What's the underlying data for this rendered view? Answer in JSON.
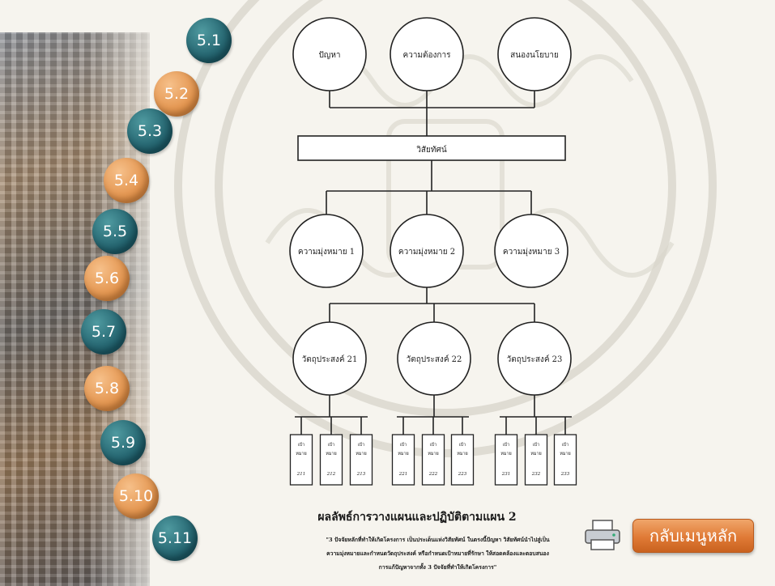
{
  "colors": {
    "teal": "#1c5a66",
    "orange": "#e08d44",
    "button": "#e07a36",
    "line": "#222222"
  },
  "nav": [
    {
      "label": "5.1",
      "color": "teal"
    },
    {
      "label": "5.2",
      "color": "orange"
    },
    {
      "label": "5.3",
      "color": "teal"
    },
    {
      "label": "5.4",
      "color": "orange"
    },
    {
      "label": "5.5",
      "color": "teal"
    },
    {
      "label": "5.6",
      "color": "orange"
    },
    {
      "label": "5.7",
      "color": "teal"
    },
    {
      "label": "5.8",
      "color": "orange"
    },
    {
      "label": "5.9",
      "color": "teal"
    },
    {
      "label": "5.10",
      "color": "orange"
    },
    {
      "label": "5.11",
      "color": "teal"
    }
  ],
  "diagram": {
    "top": [
      "ปัญหา",
      "ความต้องการ",
      "สนองนโยบาย"
    ],
    "center": "วิสัยทัศน์",
    "goals": [
      "ความมุ่งหมาย 1",
      "ความมุ่งหมาย 2",
      "ความมุ่งหมาย 3"
    ],
    "objectives": [
      "วัตถุประสงค์ 21",
      "วัตถุประสงค์ 22",
      "วัตถุประสงค์ 23"
    ],
    "target_label": [
      "เป้า",
      "หมาย"
    ],
    "targets": [
      "211",
      "212",
      "213",
      "221",
      "222",
      "223",
      "231",
      "232",
      "233"
    ]
  },
  "result": {
    "title": "ผลลัพธ์การวางแผนและปฏิบัติตามแผน 2",
    "description": [
      "\"3 ปัจจัยหลักที่ทำให้เกิดโครงการ เป็นประเด็นแห่งวิสัยทัศน์ ในตรงนี้ปัญหา วิสัยทัศน์นำไปสู่เป็น",
      "ความมุ่งหมายและกำหนดวัตถุประสงค์ หรือกำหนดเป้าหมายที่รักษา ให้สอดคล้องและตอบสนอง",
      "การแก้ปัญหาจากทั้ง 3 ปัจจัยที่ทำให้เกิดโครงการ\""
    ]
  },
  "back_button": "กลับเมนูหลัก",
  "icons": {
    "printer": "printer-icon"
  }
}
